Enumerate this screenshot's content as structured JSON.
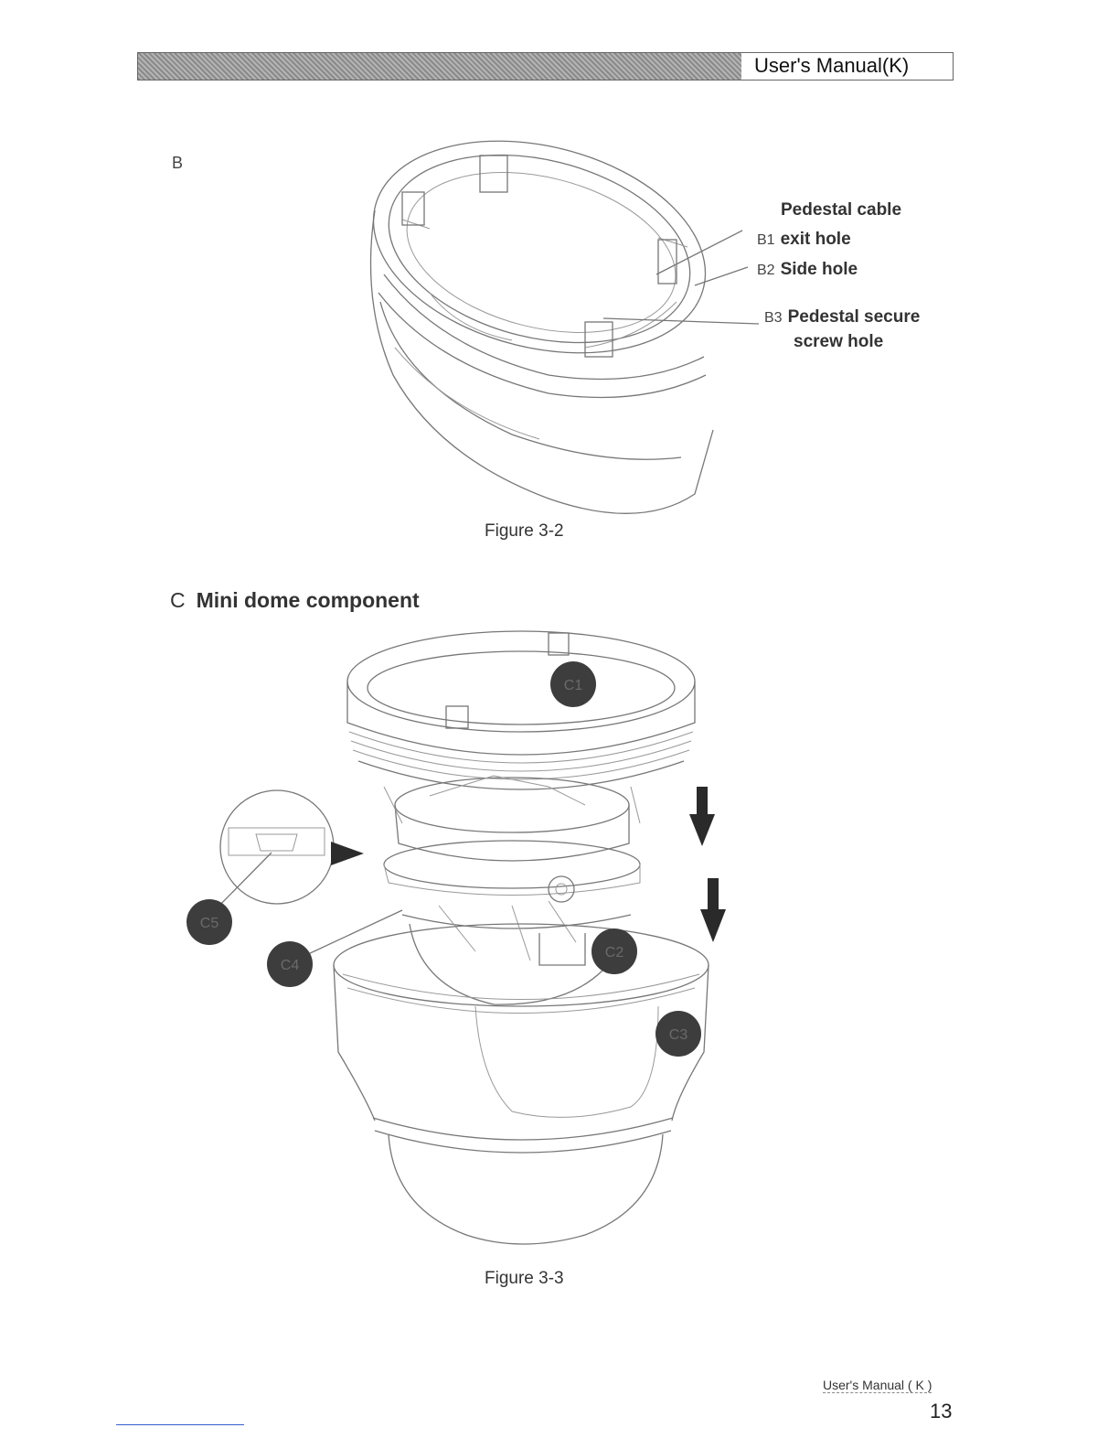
{
  "header": {
    "title": "User's Manual(K)"
  },
  "section_b": {
    "letter": "B",
    "callouts": [
      {
        "code": "",
        "text": "Pedestal cable"
      },
      {
        "code": "B1",
        "text": "exit hole"
      },
      {
        "code": "B2",
        "text": "Side hole"
      },
      {
        "code": "B3",
        "text": "Pedestal secure"
      },
      {
        "code": "",
        "text": "screw hole"
      }
    ],
    "caption": "Figure 3-2"
  },
  "section_c": {
    "letter": "C",
    "heading": "Mini dome component",
    "markers": [
      "C1",
      "C2",
      "C3",
      "C4",
      "C5"
    ],
    "caption": "Figure 3-3"
  },
  "footer": {
    "label": "User's Manual ( K )",
    "page_number": "13"
  },
  "colors": {
    "marker_fill": "#3d3d3d",
    "line": "#777777",
    "header_hatch": "#9a9a9a"
  }
}
